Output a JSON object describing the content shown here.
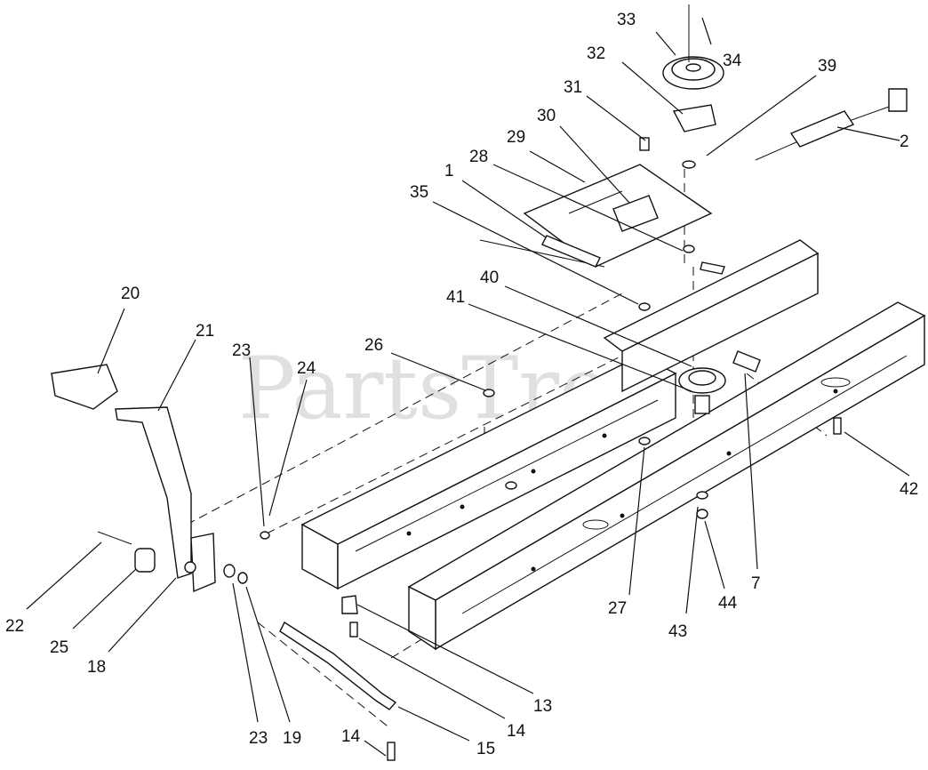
{
  "watermark": "PartsTree",
  "callouts": [
    {
      "id": "c33",
      "label": "33"
    },
    {
      "id": "c34",
      "label": "34"
    },
    {
      "id": "c32",
      "label": "32"
    },
    {
      "id": "c39",
      "label": "39"
    },
    {
      "id": "c31",
      "label": "31"
    },
    {
      "id": "c30",
      "label": "30"
    },
    {
      "id": "c2",
      "label": "2"
    },
    {
      "id": "c29",
      "label": "29"
    },
    {
      "id": "c28",
      "label": "28"
    },
    {
      "id": "c1",
      "label": "1"
    },
    {
      "id": "c35",
      "label": "35"
    },
    {
      "id": "c40",
      "label": "40"
    },
    {
      "id": "c41",
      "label": "41"
    },
    {
      "id": "c20",
      "label": "20"
    },
    {
      "id": "c21",
      "label": "21"
    },
    {
      "id": "c23a",
      "label": "23"
    },
    {
      "id": "c24",
      "label": "24"
    },
    {
      "id": "c26",
      "label": "26"
    },
    {
      "id": "c42",
      "label": "42"
    },
    {
      "id": "c7",
      "label": "7"
    },
    {
      "id": "c27",
      "label": "27"
    },
    {
      "id": "c44",
      "label": "44"
    },
    {
      "id": "c43",
      "label": "43"
    },
    {
      "id": "c22",
      "label": "22"
    },
    {
      "id": "c25",
      "label": "25"
    },
    {
      "id": "c18",
      "label": "18"
    },
    {
      "id": "c13",
      "label": "13"
    },
    {
      "id": "c14a",
      "label": "14"
    },
    {
      "id": "c23b",
      "label": "23"
    },
    {
      "id": "c19",
      "label": "19"
    },
    {
      "id": "c15",
      "label": "15"
    },
    {
      "id": "c14b",
      "label": "14"
    }
  ]
}
